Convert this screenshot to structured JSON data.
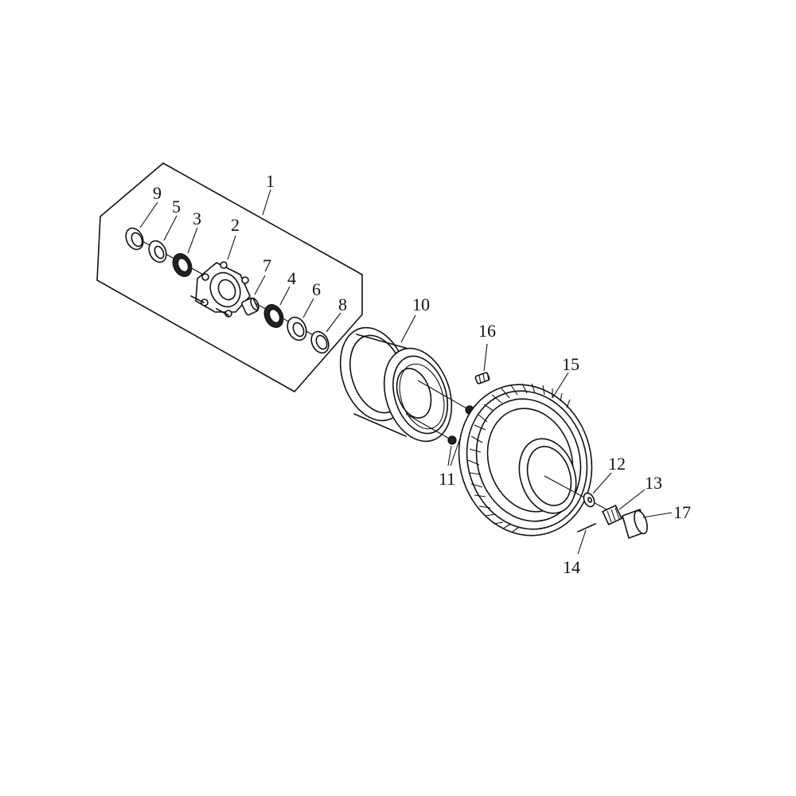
{
  "callouts": [
    "1",
    "2",
    "3",
    "4",
    "5",
    "6",
    "7",
    "8",
    "9",
    "10",
    "11",
    "12",
    "13",
    "14",
    "15",
    "16",
    "17"
  ],
  "parts": [
    {
      "id": "part-1-hub-assembly",
      "ref": "1"
    },
    {
      "id": "part-2-wheel-hub",
      "ref": "2"
    },
    {
      "id": "part-3-bearing",
      "ref": "3"
    },
    {
      "id": "part-4-bearing",
      "ref": "4"
    },
    {
      "id": "part-5-oil-seal",
      "ref": "5"
    },
    {
      "id": "part-6-oil-seal",
      "ref": "6"
    },
    {
      "id": "part-7-spacer",
      "ref": "7"
    },
    {
      "id": "part-8-dust-seal",
      "ref": "8"
    },
    {
      "id": "part-9-dust-seal",
      "ref": "9"
    },
    {
      "id": "part-10-rim",
      "ref": "10"
    },
    {
      "id": "part-11-nuts",
      "ref": "11"
    },
    {
      "id": "part-12-washer",
      "ref": "12"
    },
    {
      "id": "part-13-axle-nut",
      "ref": "13"
    },
    {
      "id": "part-14-cotter-pin",
      "ref": "14"
    },
    {
      "id": "part-15-tire",
      "ref": "15"
    },
    {
      "id": "part-16-valve",
      "ref": "16"
    },
    {
      "id": "part-17-cap",
      "ref": "17"
    }
  ]
}
